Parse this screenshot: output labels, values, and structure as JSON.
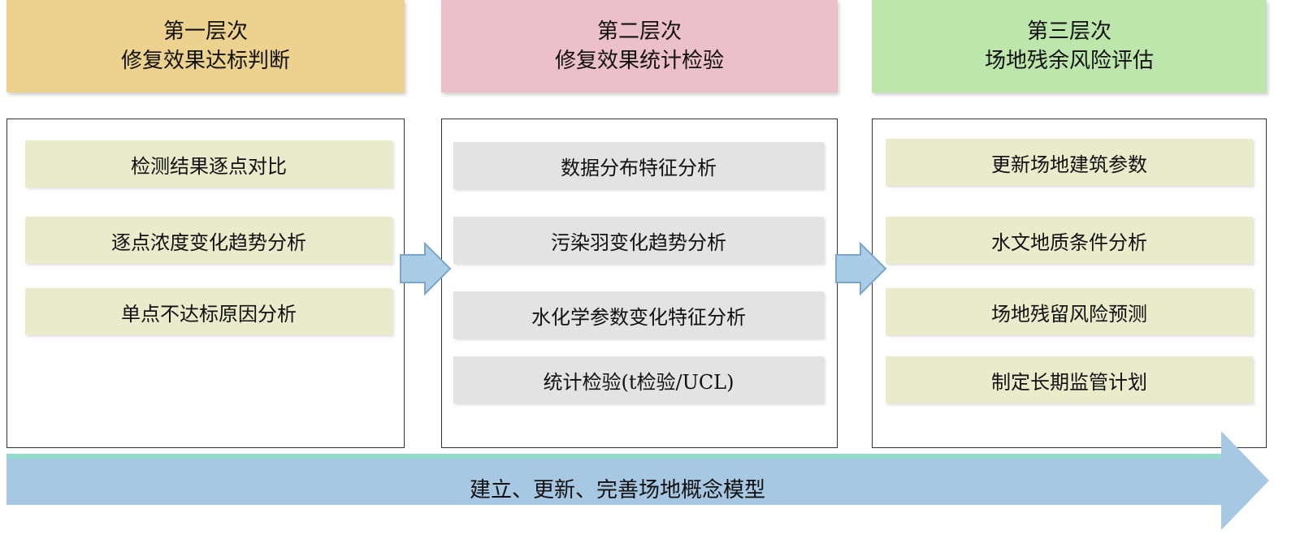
{
  "columns": [
    {
      "level": "第一层次",
      "title": "修复效果达标判断",
      "color": "#ecd28e",
      "items": [
        "检测结果逐点对比",
        "逐点浓度变化趋势分析",
        "单点不达标原因分析"
      ]
    },
    {
      "level": "第二层次",
      "title": "修复效果统计检验",
      "color": "#ebc0cb",
      "items": [
        "数据分布特征分析",
        "污染羽变化趋势分析",
        "水化学参数变化特征分析",
        "统计检验(t检验/UCL)"
      ]
    },
    {
      "level": "第三层次",
      "title": "场地残余风险评估",
      "color": "#bde6ad",
      "items": [
        "更新场地建筑参数",
        "水文地质条件分析",
        "场地残留风险预测",
        "制定长期监管计划"
      ]
    }
  ],
  "bottom": {
    "label": "建立、更新、完善场地概念模型"
  },
  "colors": {
    "arrow_fill": "#a9cde6",
    "arrow_stroke": "#7aa6c9",
    "bottom_arrow_fill": "#a7c8e2"
  }
}
